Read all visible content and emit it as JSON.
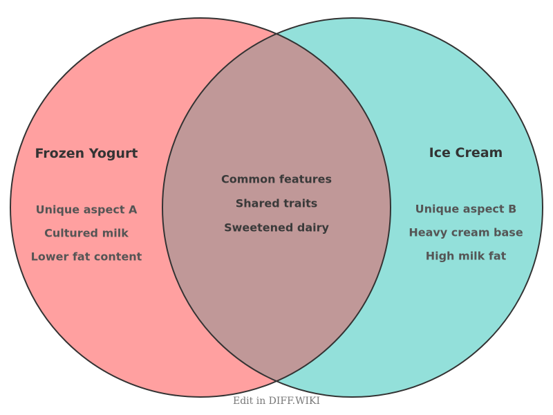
{
  "diagram": {
    "type": "venn",
    "left": {
      "title": "Frozen Yogurt",
      "color": "#ffa0a0",
      "items": [
        "Unique aspect A",
        "Cultured milk",
        "Lower fat content"
      ]
    },
    "right": {
      "title": "Ice Cream",
      "color": "#93e0da",
      "items": [
        "Unique aspect B",
        "Heavy cream base",
        "High milk fat"
      ]
    },
    "overlap": {
      "color": "#c09898",
      "items": [
        "Common features",
        "Shared traits",
        "Sweetened dairy"
      ]
    }
  },
  "footer": {
    "label": "Edit in DIFF.WIKI"
  }
}
